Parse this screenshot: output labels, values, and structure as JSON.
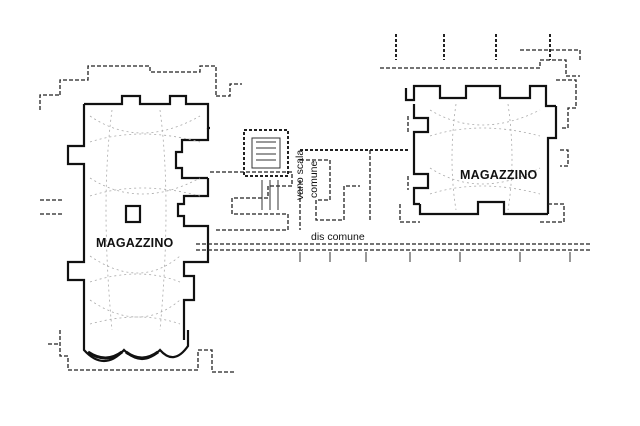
{
  "labels": {
    "left_room": "MAGAZZINO",
    "right_room": "MAGAZZINO",
    "stair_line1": "vano scala",
    "stair_line2": "comune",
    "corridor": "dis comune"
  },
  "colors": {
    "background": "#ffffff",
    "lines": "#111111",
    "vault_hatch": "#aaaaaa"
  }
}
